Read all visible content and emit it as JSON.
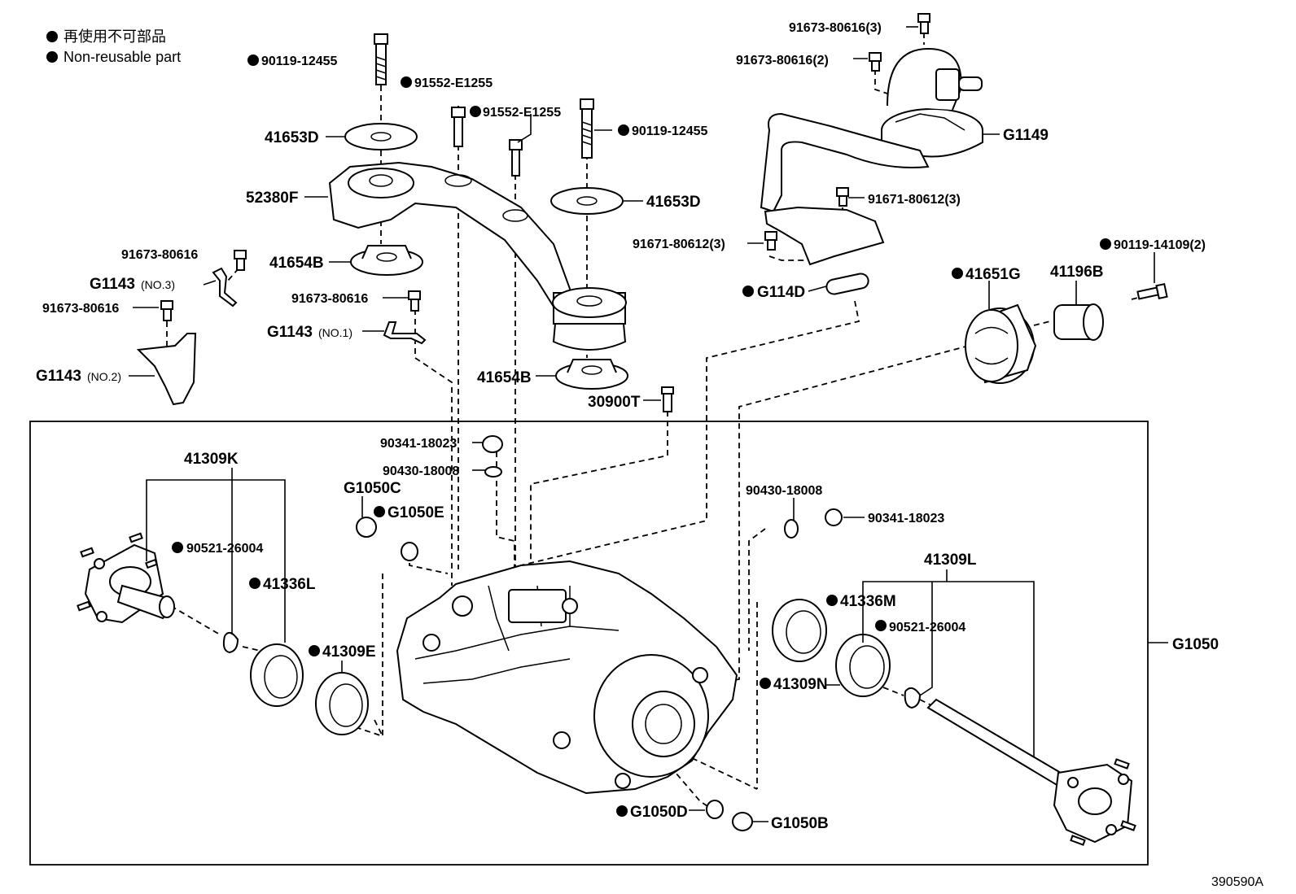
{
  "legend": {
    "line_jp": "再使用不可部品",
    "line_en": "Non-reusable part"
  },
  "diagram_id": "390590A",
  "labels": {
    "p_90119_12455_a": "90119-12455",
    "p_91552_e1255_a": "91552-E1255",
    "p_91552_e1255_b": "91552-E1255",
    "p_90119_12455_b": "90119-12455",
    "p_41653d_a": "41653D",
    "p_41653d_b": "41653D",
    "p_52380f": "52380F",
    "p_91673_80616_a": "91673-80616",
    "p_41654b_a": "41654B",
    "p_g1143_no3": "G1143",
    "p_g1143_no3_suffix": "(NO.3)",
    "p_91673_80616_b": "91673-80616",
    "p_91673_80616_c": "91673-80616",
    "p_g1143_no1": "G1143",
    "p_g1143_no1_suffix": "(NO.1)",
    "p_g1143_no2": "G1143",
    "p_g1143_no2_suffix": "(NO.2)",
    "p_41654b_b": "41654B",
    "p_30900t": "30900T",
    "p_91673_80616_3": "91673-80616(3)",
    "p_91673_80616_2": "91673-80616(2)",
    "p_g1149": "G1149",
    "p_91671_80612_3_a": "91671-80612(3)",
    "p_91671_80612_3_b": "91671-80612(3)",
    "p_g114d": "G114D",
    "p_90119_14109_2": "90119-14109(2)",
    "p_41651g": "41651G",
    "p_41196b": "41196B",
    "p_90341_18023_a": "90341-18023",
    "p_90430_18008_a": "90430-18008",
    "p_41309k": "41309K",
    "p_g1050c": "G1050C",
    "p_g1050e": "G1050E",
    "p_90521_26004_a": "90521-26004",
    "p_41336l": "41336L",
    "p_41309e": "41309E",
    "p_90430_18008_b": "90430-18008",
    "p_90341_18023_b": "90341-18023",
    "p_41309l": "41309L",
    "p_41336m": "41336M",
    "p_90521_26004_b": "90521-26004",
    "p_41309n": "41309N",
    "p_g1050": "G1050",
    "p_g1050d": "G1050D",
    "p_g1050b": "G1050B"
  }
}
